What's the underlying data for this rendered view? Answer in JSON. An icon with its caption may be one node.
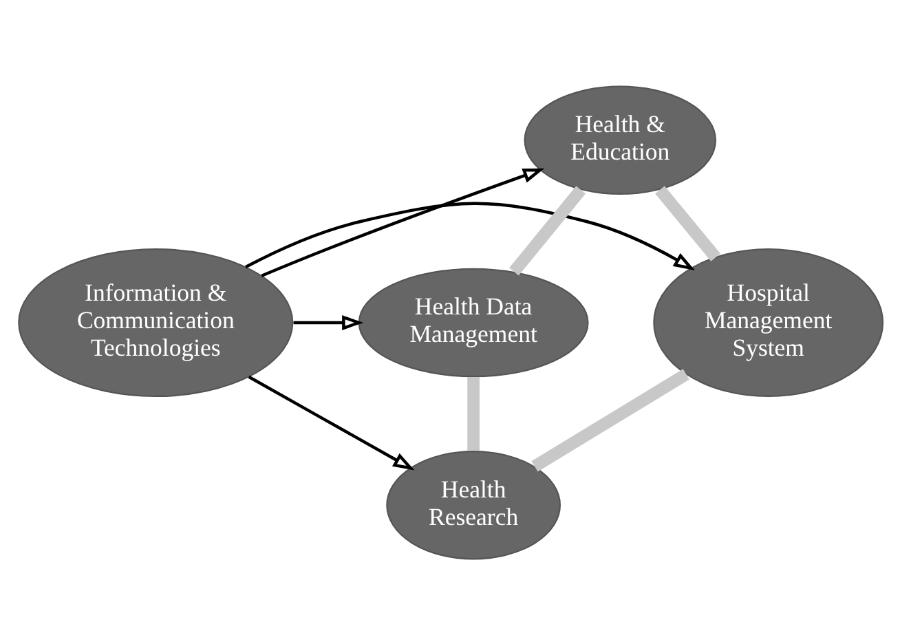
{
  "diagram": {
    "nodes": [
      {
        "text": [
          "Information & Communication Technologies"
        ]
      },
      {
        "text": [
          "Health & Education"
        ]
      },
      {
        "text": [
          "Health Data Management"
        ]
      },
      {
        "text": [
          "Hospital Management System"
        ]
      },
      {
        "text": [
          "Health Research"
        ]
      }
    ],
    "edges": [
      {
        "from": 0,
        "to": 1,
        "arrow": "to"
      },
      {
        "from": 0,
        "to": 2,
        "arrow": "to"
      },
      {
        "from": 0,
        "to": 3,
        "arrow": "to"
      },
      {
        "from": 0,
        "to": 4,
        "arrow": "to"
      },
      {
        "from": 1,
        "to": 2,
        "arrow": "none",
        "style": "thick",
        "color": "#c8c8c8"
      },
      {
        "from": 1,
        "to": 3,
        "arrow": "none",
        "style": "thick",
        "color": "#c8c8c8"
      },
      {
        "from": 2,
        "to": 4,
        "arrow": "none",
        "style": "thick",
        "color": "#c8c8c8"
      },
      {
        "from": 3,
        "to": 4,
        "arrow": "none",
        "style": "thick",
        "color": "#c8c8c8"
      }
    ]
  }
}
